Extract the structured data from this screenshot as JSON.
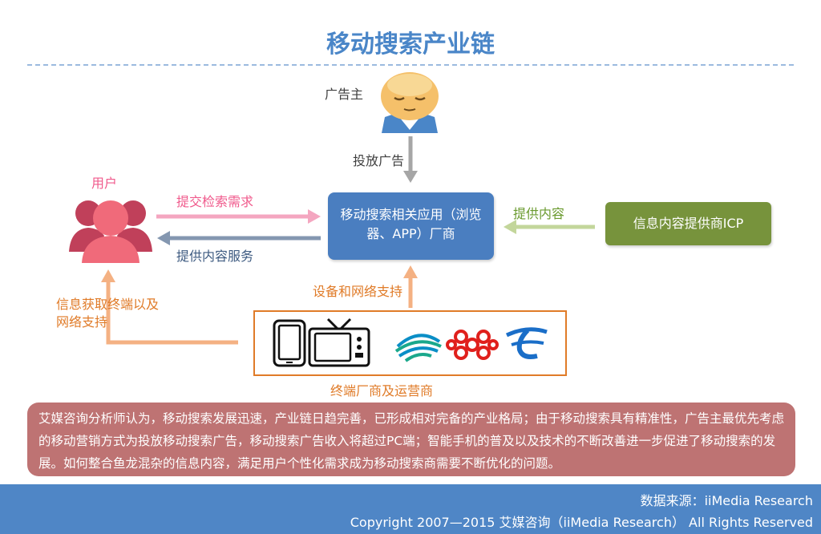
{
  "title": "移动搜索产业链",
  "nodes": {
    "advertiser": "广告主",
    "user": "用户",
    "center": "移动搜索相关应用（浏览器、APP）厂商",
    "icp": "信息内容提供商ICP",
    "terminal": "终端厂商及运营商"
  },
  "edges": {
    "ad_placement": "投放广告",
    "submit_search": "提交检索需求",
    "provide_service": "提供内容服务",
    "provide_content": "提供内容",
    "device_support": "设备和网络支持",
    "info_network_line1": "信息获取终端以及",
    "info_network_line2": "网络支持"
  },
  "summary": "艾媒咨询分析师认为，移动搜索发展迅速，产业链日趋完善，已形成相对完备的产业格局；由于移动搜索具有精准性，广告主最优先考虑的移动营销方式为投放移动搜索广告，移动搜索广告收入将超过PC端；智能手机的普及以及技术的不断改善进一步促进了移动搜索的发展。如何整合鱼龙混杂的信息内容，满足用户个性化需求成为移动搜索商需要不断优化的问题。",
  "footer": {
    "source": "数据来源：iiMedia Research",
    "copyright": "Copyright 2007—2015 艾媒咨询（iiMedia Research） All Rights Reserved"
  },
  "colors": {
    "title": "#4a86c8",
    "center_box": "#4a7ec0",
    "icp_box": "#77933c",
    "summary_box": "#be7373",
    "footer": "#4f86c6",
    "arrow_gray": "#a6a6a6",
    "arrow_pink": "#f4a6c0",
    "arrow_blue": "#8497b0",
    "arrow_green": "#c3d69b",
    "arrow_orange": "#f4b183"
  },
  "icons": [
    "advertiser-face-icon",
    "user-group-icon",
    "phone-icon",
    "tv-icon",
    "china-mobile-logo-icon",
    "china-unicom-logo-icon",
    "china-telecom-logo-icon"
  ]
}
